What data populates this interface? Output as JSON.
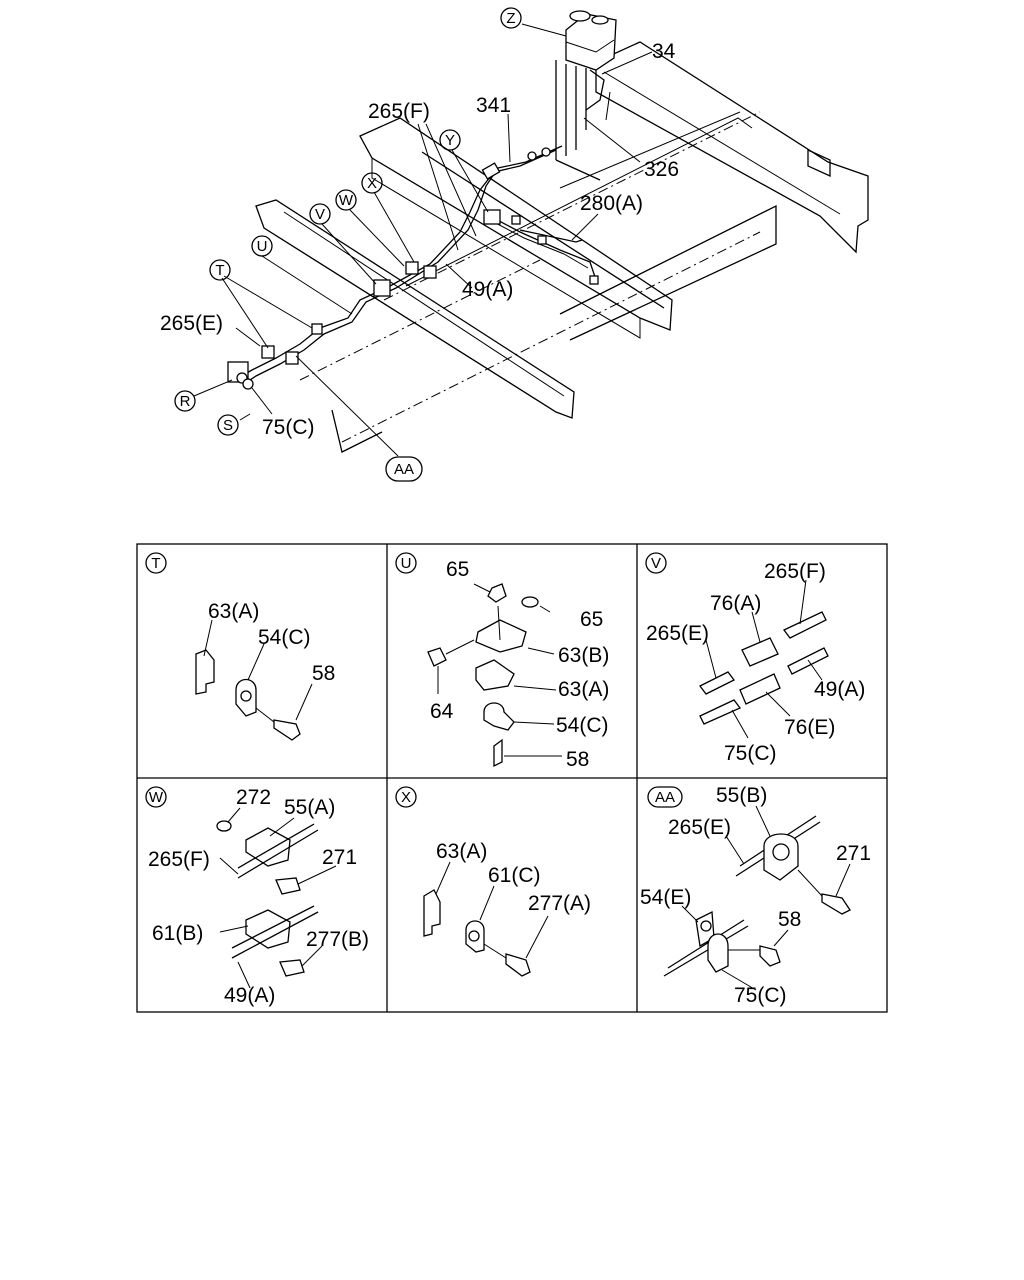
{
  "main": {
    "callouts": {
      "Z": "Z",
      "Y": "Y",
      "X": "X",
      "W": "W",
      "V": "V",
      "U": "U",
      "T": "T",
      "R": "R",
      "S": "S",
      "AA": "AA"
    },
    "labels": {
      "p34": "34",
      "p341": "341",
      "p326": "326",
      "p265F": "265(F)",
      "p280A": "280(A)",
      "p49A": "49(A)",
      "p265E": "265(E)",
      "p75C": "75(C)"
    }
  },
  "details": {
    "T": {
      "tag": "T",
      "labels": [
        "63(A)",
        "54(C)",
        "58"
      ]
    },
    "U": {
      "tag": "U",
      "labels": [
        "65",
        "65",
        "63(B)",
        "64",
        "63(A)",
        "54(C)",
        "58"
      ]
    },
    "V": {
      "tag": "V",
      "labels": [
        "265(F)",
        "76(A)",
        "265(E)",
        "49(A)",
        "76(E)",
        "75(C)"
      ]
    },
    "W": {
      "tag": "W",
      "labels": [
        "272",
        "55(A)",
        "265(F)",
        "271",
        "61(B)",
        "277(B)",
        "49(A)"
      ]
    },
    "X": {
      "tag": "X",
      "labels": [
        "63(A)",
        "61(C)",
        "277(A)"
      ]
    },
    "AA": {
      "tag": "AA",
      "labels": [
        "55(B)",
        "265(E)",
        "271",
        "54(E)",
        "58",
        "75(C)"
      ]
    }
  }
}
